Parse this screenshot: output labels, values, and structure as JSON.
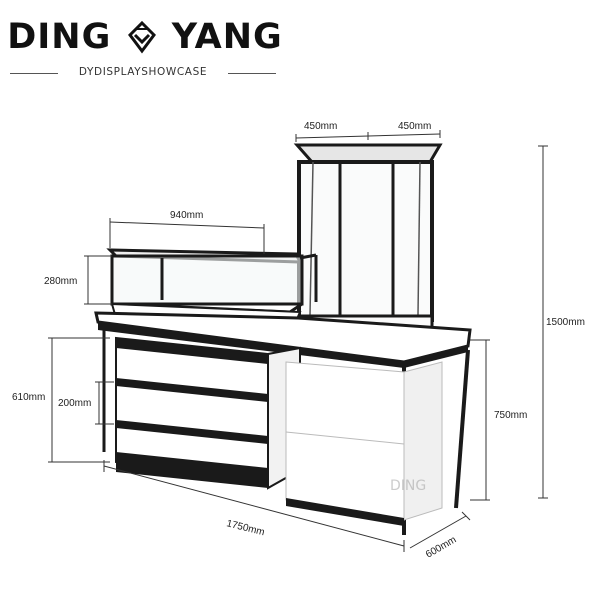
{
  "brand": {
    "name_left": "DING",
    "name_right": "YANG",
    "tagline": "DYDISPLAYSHOWCASE",
    "logo_icon": "diamond-icon"
  },
  "watermark": "DING",
  "dimensions": {
    "tower_width_a": "450mm",
    "tower_width_b": "450mm",
    "box_width": "940mm",
    "box_height": "280mm",
    "total_height": "1500mm",
    "counter_height": "610mm",
    "shelf_gap": "200mm",
    "table_height": "750mm",
    "total_length": "1750mm",
    "depth": "600mm"
  }
}
